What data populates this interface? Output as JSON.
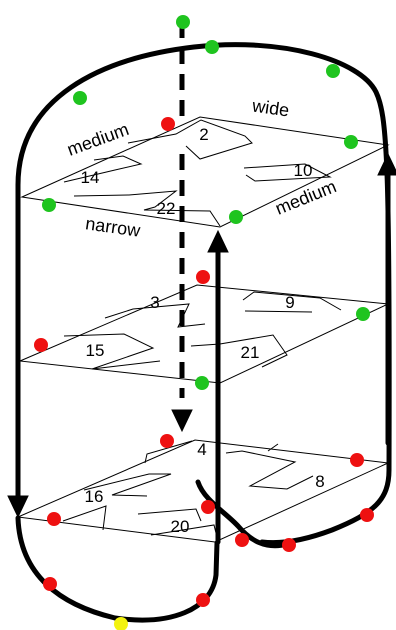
{
  "levels": {
    "top": {
      "rooms": [
        "2",
        "10",
        "14",
        "22"
      ],
      "edge_labels": {
        "medium_left": "medium",
        "wide": "wide",
        "narrow": "narrow",
        "medium_right": "medium"
      }
    },
    "middle": {
      "rooms": [
        "3",
        "9",
        "15",
        "21"
      ]
    },
    "bottom": {
      "rooms": [
        "4",
        "8",
        "16",
        "20"
      ]
    }
  },
  "colors": {
    "red": "#ee1111",
    "green": "#1fc41f",
    "yellow": "#f2f20f",
    "line": "#000000",
    "background": "#ffffff"
  }
}
